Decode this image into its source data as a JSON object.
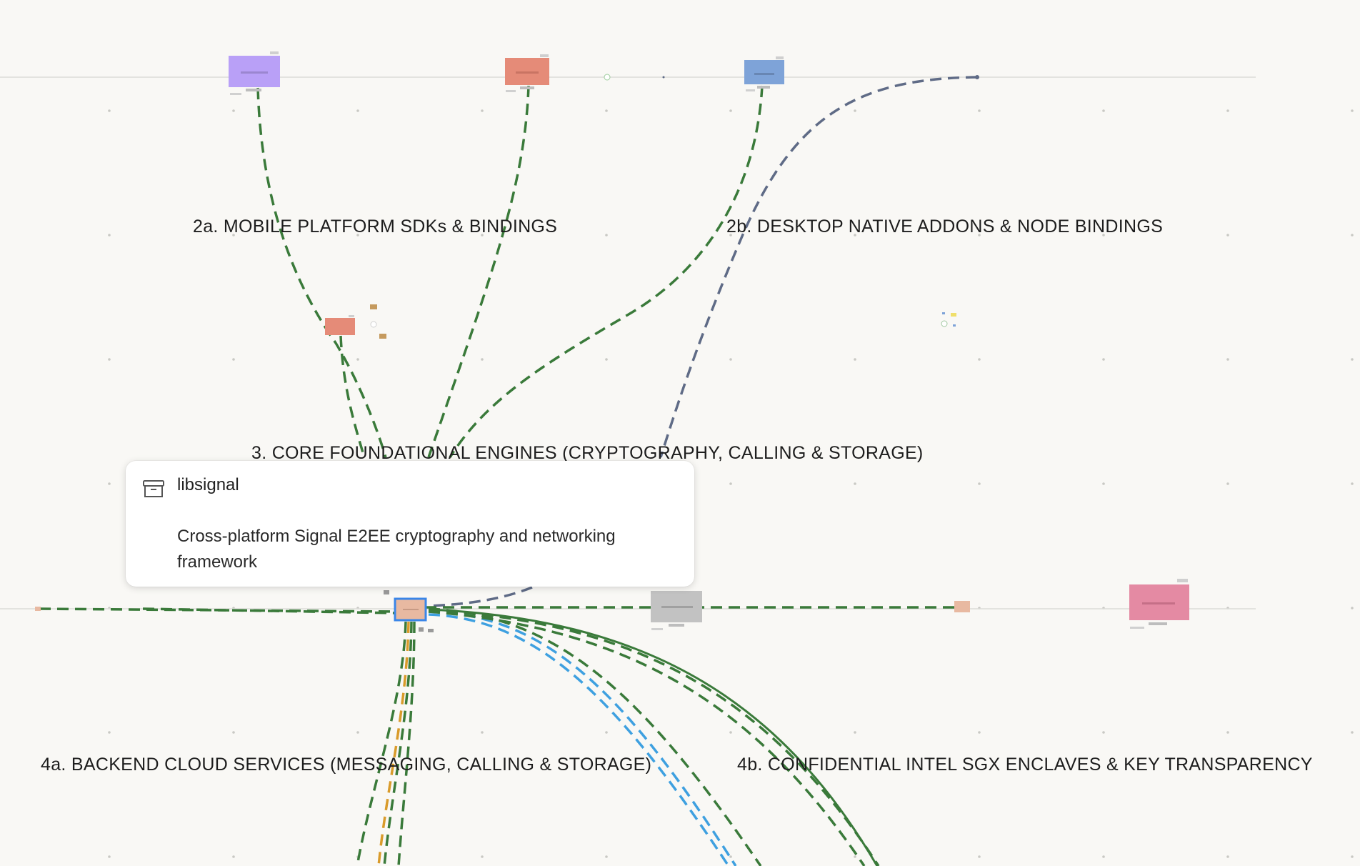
{
  "sections": {
    "mobile": "2a. MOBILE PLATFORM SDKs & BINDINGS",
    "desktop": "2b. DESKTOP NATIVE ADDONS & NODE BINDINGS",
    "core": "3. CORE FOUNDATIONAL ENGINES (CRYPTOGRAPHY, CALLING & STORAGE)",
    "backend": "4a. BACKEND CLOUD SERVICES (MESSAGING, CALLING & STORAGE)",
    "sgx": "4b. CONFIDENTIAL INTEL SGX ENCLAVES & KEY TRANSPARENCY"
  },
  "tooltip": {
    "icon": "archive-box-icon",
    "title": "libsignal",
    "description": "Cross-platform Signal E2EE cryptography and networking framework"
  },
  "colors": {
    "background": "#f9f8f5",
    "edge_green": "#3a7a3a",
    "edge_slate": "#5f6b86",
    "edge_blue": "#3ea0e0",
    "edge_orange": "#d99b2b",
    "node_purple": "#b9a0f7",
    "node_salmon": "#e58b78",
    "node_blue": "#7ea3d8",
    "node_gray": "#c2c2c2",
    "node_pink": "#e48aa3",
    "node_peach": "#e8b9a1",
    "selected_border": "#3a86e8"
  }
}
